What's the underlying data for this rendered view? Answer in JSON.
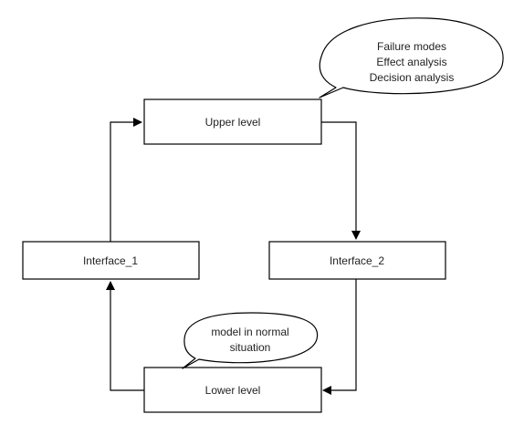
{
  "colors": {
    "stroke": "#000000",
    "fill": "#ffffff",
    "text": "#222222"
  },
  "nodes": {
    "upper": {
      "label": "Upper level"
    },
    "lower": {
      "label": "Lower level"
    },
    "interface_1": {
      "label": "Interface_1"
    },
    "interface_2": {
      "label": "Interface_2"
    }
  },
  "callouts": {
    "upper": {
      "lines": [
        "Failure modes",
        "Effect analysis",
        "Decision analysis"
      ]
    },
    "lower": {
      "lines": [
        "model in normal",
        "situation"
      ]
    }
  }
}
